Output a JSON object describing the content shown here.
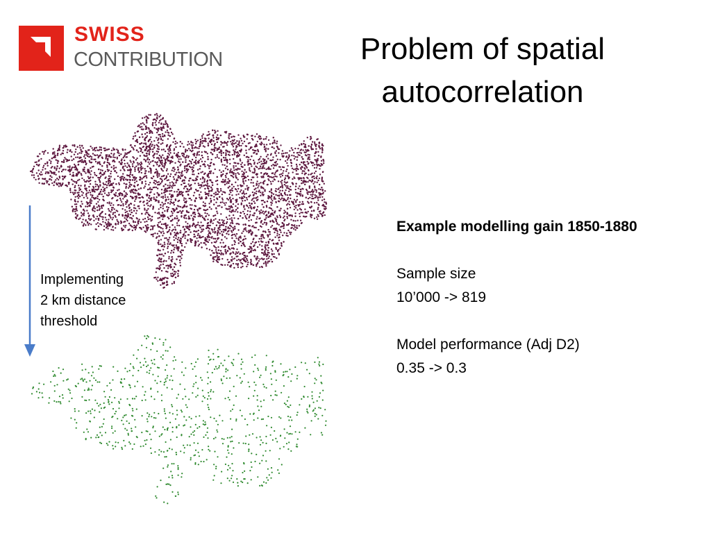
{
  "logo": {
    "line1": "SWISS",
    "line2": "CONTRIBUTION",
    "brand_color": "#e2231a",
    "text_color": "#5a5a5a"
  },
  "slide": {
    "title_line1": "Problem of spatial",
    "title_line2": "autocorrelation"
  },
  "caption": {
    "line1": "Implementing",
    "line2": "2 km distance",
    "line3": "threshold",
    "arrow_color": "#4a7cc9"
  },
  "maps": {
    "full_sample_color": "#5e1940",
    "thinned_sample_color": "#2f8a2f",
    "full_point_count": 10000,
    "thinned_point_count": 819
  },
  "info": {
    "heading": "Example modelling gain 1850-1880",
    "sample_label": "Sample size",
    "sample_value": "10’000 -> 819",
    "performance_label": "Model performance (Adj D2)",
    "performance_value": "0.35 -> 0.3"
  }
}
